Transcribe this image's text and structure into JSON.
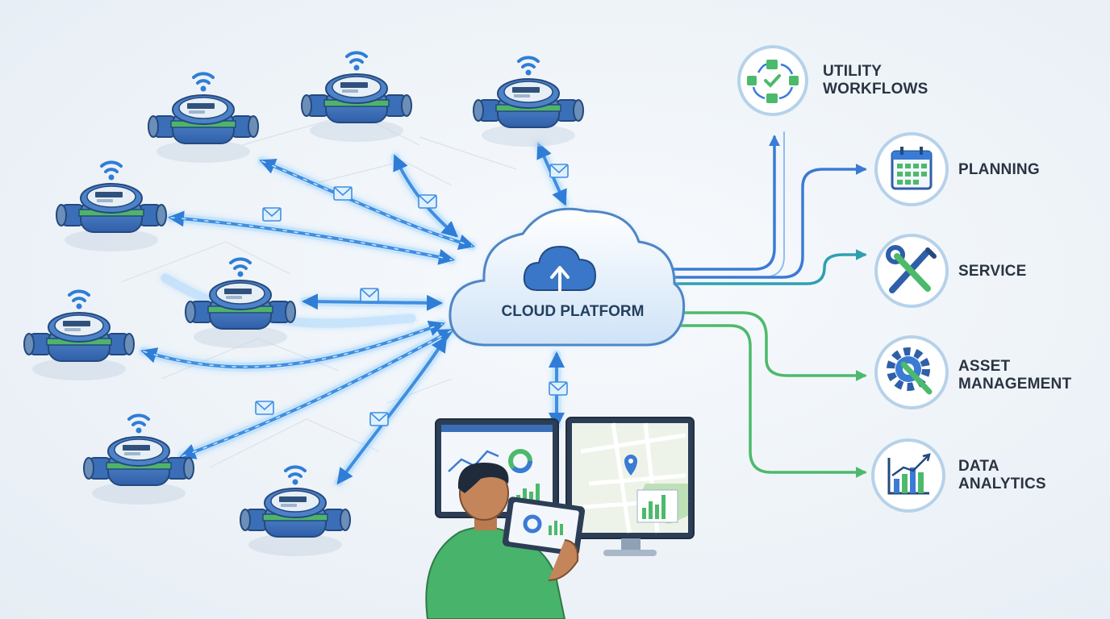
{
  "cloud": {
    "label": "CLOUD PLATFORM"
  },
  "outputs": [
    {
      "line1": "UTILITY",
      "line2": "WORKFLOWS",
      "icon": "workflow-cycle-icon",
      "color": "#3a7bd5"
    },
    {
      "line1": "PLANNING",
      "line2": "",
      "icon": "calendar-icon",
      "color": "#3a7bd5"
    },
    {
      "line1": "SERVICE",
      "line2": "",
      "icon": "wrench-screwdriver-icon",
      "color": "#2e9aa8"
    },
    {
      "line1": "ASSET",
      "line2": "MANAGEMENT",
      "icon": "gear-wrench-icon",
      "color": "#47b46a"
    },
    {
      "line1": "DATA",
      "line2": "ANALYTICS",
      "icon": "bar-chart-icon",
      "color": "#47b46a"
    }
  ],
  "meters": [
    "water-meter-icon",
    "water-meter-icon",
    "water-meter-icon",
    "water-meter-icon",
    "water-meter-icon",
    "water-meter-icon",
    "water-meter-icon",
    "water-meter-icon"
  ],
  "colors": {
    "arrow": "#3f8ee0",
    "glow": "#7cc4ff",
    "cloud": "#dcebfa",
    "green": "#4cba6b",
    "teal": "#2f9fb0"
  }
}
